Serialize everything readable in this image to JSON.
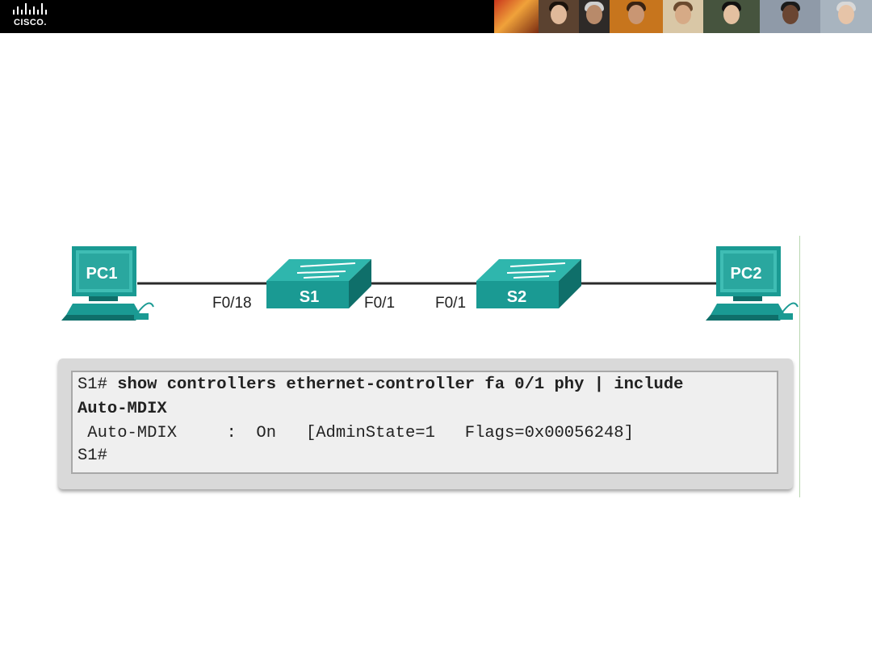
{
  "header": {
    "logo_text": "CISCO.",
    "photo_count": 8
  },
  "topology": {
    "pc1_label": "PC1",
    "pc2_label": "PC2",
    "s1_label": "S1",
    "s2_label": "S2",
    "port_s1_pc": "F0/18",
    "port_s1_uplink": "F0/1",
    "port_s2_uplink": "F0/1"
  },
  "terminal": {
    "line1_prompt": "S1# ",
    "line1_cmd": "show controllers ethernet-controller fa 0/1 phy | include",
    "line2_cmd": "Auto-MDIX",
    "line3_output": " Auto-MDIX     :  On   [AdminState=1   Flags=0x00056248]",
    "line4_prompt": "S1#"
  },
  "colors": {
    "device_teal": "#1a9a93",
    "device_teal_dark": "#0f6f6a",
    "device_teal_light": "#2fb6ad",
    "link": "#2b2b2b",
    "header_bg": "#000000"
  }
}
